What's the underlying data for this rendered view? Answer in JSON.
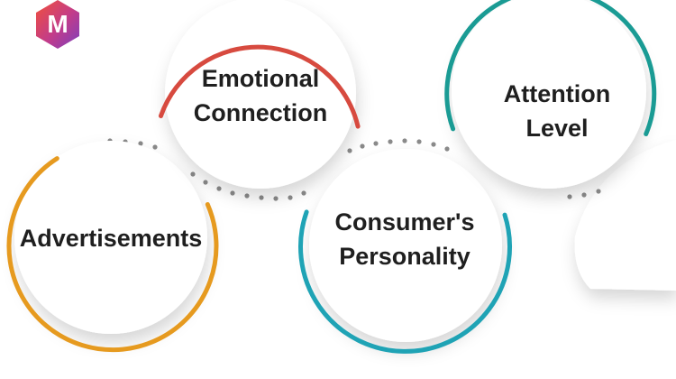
{
  "logo": {
    "letter": "M",
    "colors": [
      "#f2513a",
      "#c23c8a",
      "#7b3fbe"
    ]
  },
  "nodes": [
    {
      "label": "Advertisements",
      "ring_color": "#e69a1f"
    },
    {
      "label": "Emotional\nConnection",
      "ring_color": "#d74a3f"
    },
    {
      "label": "Consumer's\nPersonality",
      "ring_color": "#1fa3b5"
    },
    {
      "label": "Attention\nLevel",
      "ring_color": "#1a9b94"
    }
  ],
  "colors": {
    "background": "#ffffff",
    "dots": "#8a8a8a",
    "text": "#1f1f1f"
  }
}
